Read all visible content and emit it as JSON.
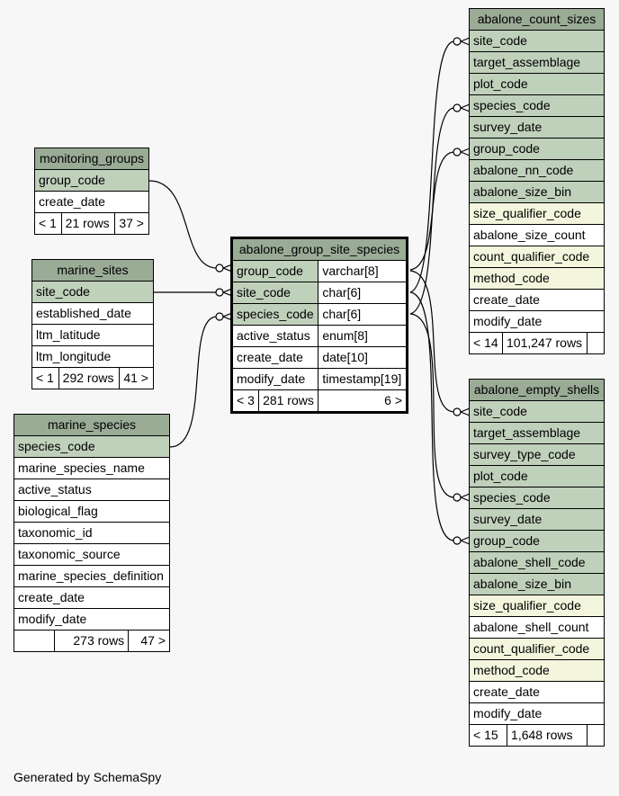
{
  "tables": {
    "monitoring_groups": {
      "name": "monitoring_groups",
      "columns": [
        "group_code",
        "create_date"
      ],
      "footer": [
        "< 1",
        "21 rows",
        "37 >"
      ]
    },
    "marine_sites": {
      "name": "marine_sites",
      "columns": [
        "site_code",
        "established_date",
        "ltm_latitude",
        "ltm_longitude"
      ],
      "footer": [
        "< 1",
        "292 rows",
        "41 >"
      ]
    },
    "marine_species": {
      "name": "marine_species",
      "columns": [
        "species_code",
        "marine_species_name",
        "active_status",
        "biological_flag",
        "taxonomic_id",
        "taxonomic_source",
        "marine_species_definition",
        "create_date",
        "modify_date"
      ],
      "footer": [
        "",
        "273 rows",
        "47 >"
      ]
    },
    "abalone_group_site_species": {
      "name": "abalone_group_site_species",
      "columns": [
        "group_code",
        "site_code",
        "species_code",
        "active_status",
        "create_date",
        "modify_date"
      ],
      "types": [
        "varchar[8]",
        "char[6]",
        "char[6]",
        "enum[8]",
        "date[10]",
        "timestamp[19]"
      ],
      "footer": [
        "< 3",
        "281 rows",
        "6 >"
      ]
    },
    "abalone_count_sizes": {
      "name": "abalone_count_sizes",
      "columns": [
        "site_code",
        "target_assemblage",
        "plot_code",
        "species_code",
        "survey_date",
        "group_code",
        "abalone_nn_code",
        "abalone_size_bin",
        "size_qualifier_code",
        "abalone_size_count",
        "count_qualifier_code",
        "method_code",
        "create_date",
        "modify_date"
      ],
      "footer": [
        "< 14",
        "101,247 rows",
        ""
      ]
    },
    "abalone_empty_shells": {
      "name": "abalone_empty_shells",
      "columns": [
        "site_code",
        "target_assemblage",
        "survey_type_code",
        "plot_code",
        "species_code",
        "survey_date",
        "group_code",
        "abalone_shell_code",
        "abalone_size_bin",
        "size_qualifier_code",
        "abalone_shell_count",
        "count_qualifier_code",
        "method_code",
        "create_date",
        "modify_date"
      ],
      "footer": [
        "< 15",
        "1,648 rows",
        ""
      ]
    }
  },
  "footer_text": "Generated by SchemaSpy"
}
